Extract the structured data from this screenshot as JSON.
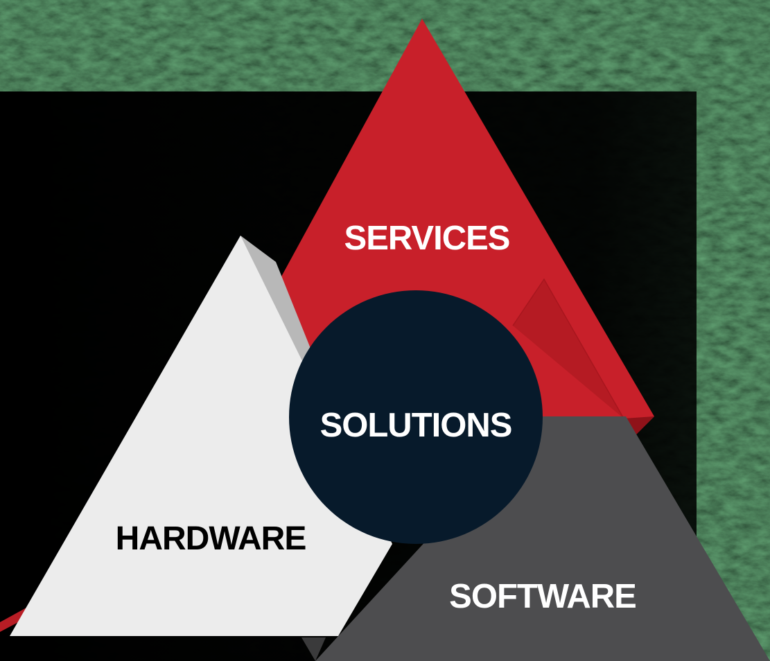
{
  "diagram": {
    "labels": {
      "services": "SERVICES",
      "hardware": "HARDWARE",
      "software": "SOFTWARE",
      "solutions": "SOLUTIONS"
    },
    "colors": {
      "services": "#c8202a",
      "hardware": "#ececec",
      "software": "#4d4d4f",
      "solutions": "#071a2b",
      "panel": "#000000",
      "foliage": "#1d3322"
    }
  }
}
